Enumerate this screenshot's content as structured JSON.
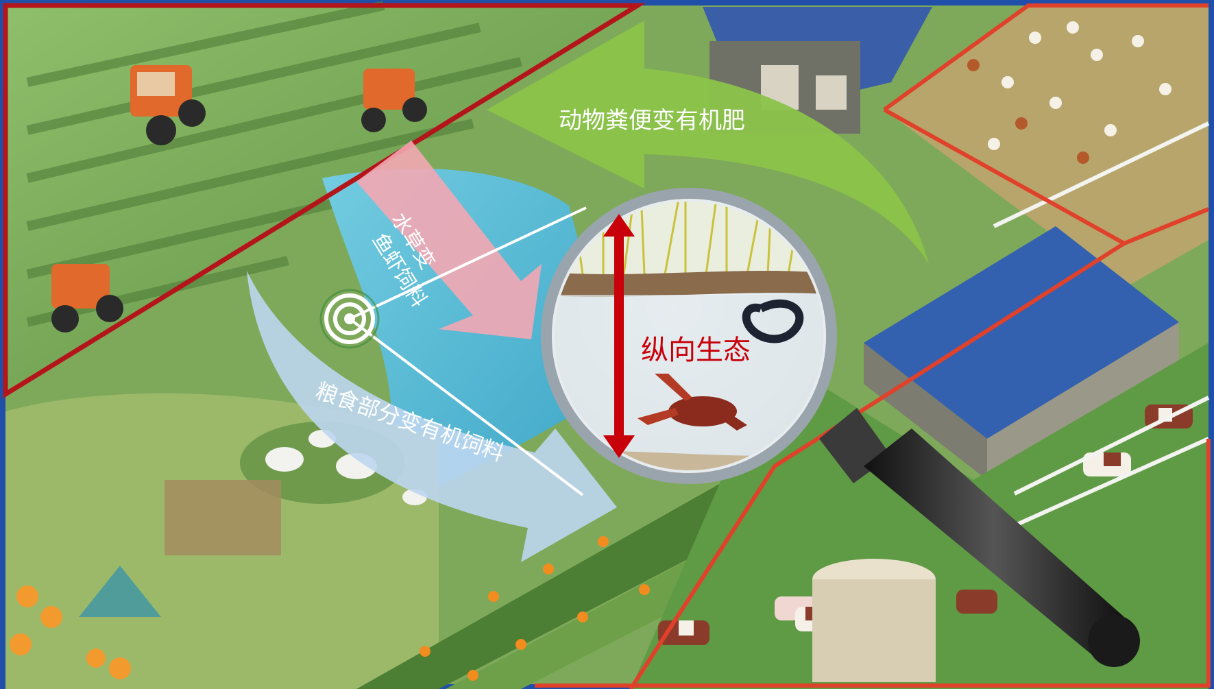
{
  "labels": {
    "manure": "动物粪便变有机肥",
    "weeds_line1": "水草变",
    "weeds_line2": "鱼虾饲料",
    "grain": "粮食部分变有机饲料",
    "vertical": "纵向生态"
  },
  "colors": {
    "frame_blue": "#1f4fa8",
    "crop_border": "#b3151b",
    "livestock_border": "#e0412a",
    "green_arrow": "#8bc34a",
    "pink_arrow": "#f3a7b3",
    "blue_arrow": "#bcd6f0",
    "red_arrow": "#c8000a"
  },
  "icons": {
    "target": "target-icon",
    "magnifier": "magnifying-glass-icon",
    "crayfish": "crayfish-icon",
    "eel": "eel-icon"
  }
}
